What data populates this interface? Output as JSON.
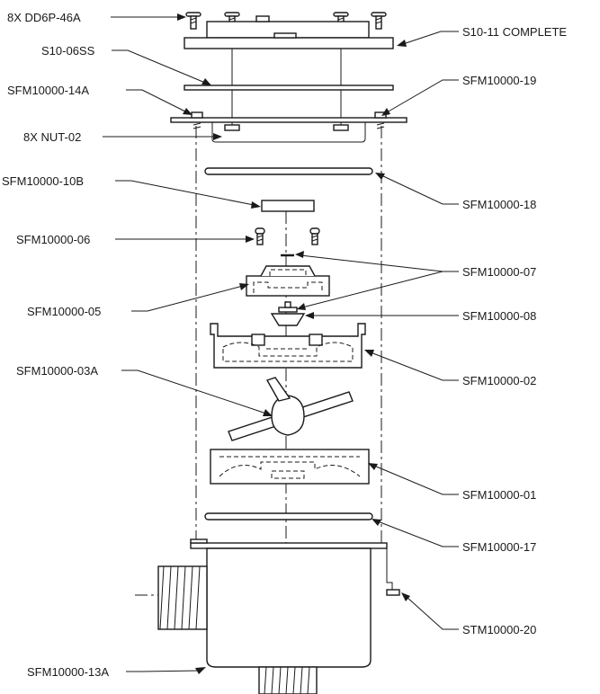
{
  "labels": {
    "dd6p": "8X  DD6P-46A",
    "s1011": "S10-11 COMPLETE",
    "s1006": "S10-06SS",
    "l14a": "SFM10000-14A",
    "l19": "SFM10000-19",
    "nut": "8X  NUT-02",
    "l10b": "SFM10000-10B",
    "l18": "SFM10000-18",
    "l06": "SFM10000-06",
    "l07": "SFM10000-07",
    "l05": "SFM10000-05",
    "l08": "SFM10000-08",
    "l02": "SFM10000-02",
    "l03a": "SFM10000-03A",
    "l01": "SFM10000-01",
    "l17": "SFM10000-17",
    "l20": "STM10000-20",
    "l13a": "SFM10000-13A"
  }
}
